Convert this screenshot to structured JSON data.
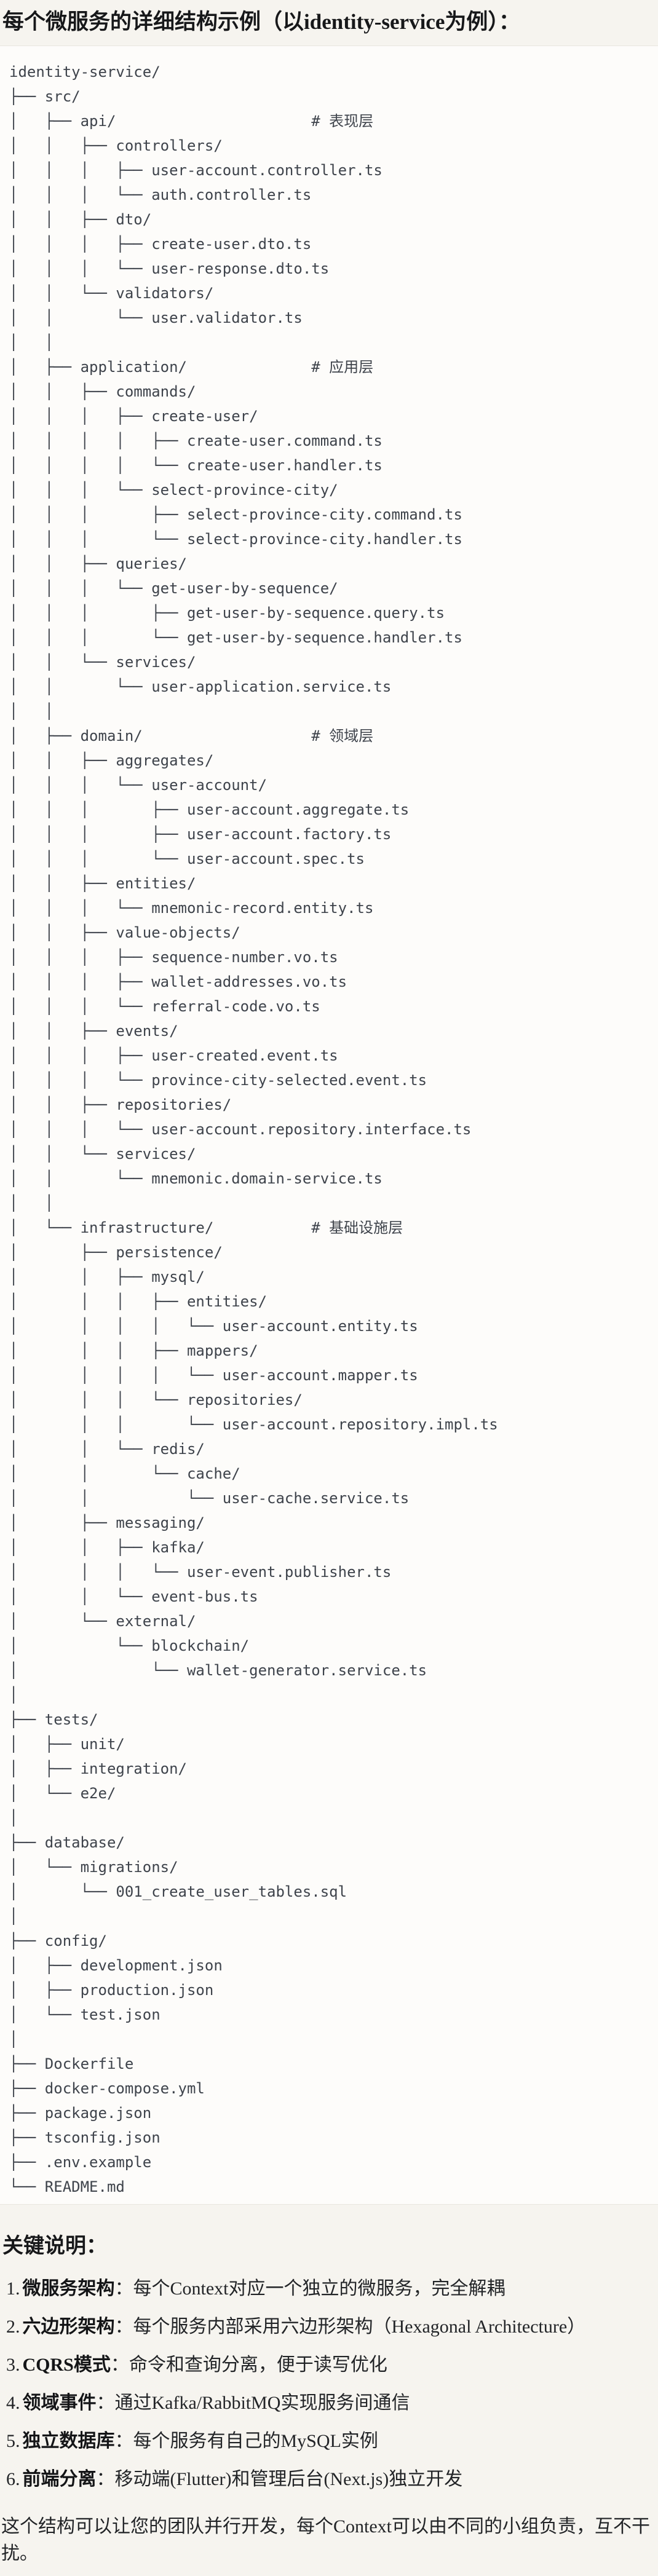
{
  "title": "每个微服务的详细结构示例（以identity-service为例）：",
  "code_block": {
    "lines": [
      "identity-service/",
      "├── src/",
      "│   ├── api/                      # 表现层",
      "│   │   ├── controllers/",
      "│   │   │   ├── user-account.controller.ts",
      "│   │   │   └── auth.controller.ts",
      "│   │   ├── dto/",
      "│   │   │   ├── create-user.dto.ts",
      "│   │   │   └── user-response.dto.ts",
      "│   │   └── validators/",
      "│   │       └── user.validator.ts",
      "│   │",
      "│   ├── application/              # 应用层",
      "│   │   ├── commands/",
      "│   │   │   ├── create-user/",
      "│   │   │   │   ├── create-user.command.ts",
      "│   │   │   │   └── create-user.handler.ts",
      "│   │   │   └── select-province-city/",
      "│   │   │       ├── select-province-city.command.ts",
      "│   │   │       └── select-province-city.handler.ts",
      "│   │   ├── queries/",
      "│   │   │   └── get-user-by-sequence/",
      "│   │   │       ├── get-user-by-sequence.query.ts",
      "│   │   │       └── get-user-by-sequence.handler.ts",
      "│   │   └── services/",
      "│   │       └── user-application.service.ts",
      "│   │",
      "│   ├── domain/                   # 领域层",
      "│   │   ├── aggregates/",
      "│   │   │   └── user-account/",
      "│   │   │       ├── user-account.aggregate.ts",
      "│   │   │       ├── user-account.factory.ts",
      "│   │   │       └── user-account.spec.ts",
      "│   │   ├── entities/",
      "│   │   │   └── mnemonic-record.entity.ts",
      "│   │   ├── value-objects/",
      "│   │   │   ├── sequence-number.vo.ts",
      "│   │   │   ├── wallet-addresses.vo.ts",
      "│   │   │   └── referral-code.vo.ts",
      "│   │   ├── events/",
      "│   │   │   ├── user-created.event.ts",
      "│   │   │   └── province-city-selected.event.ts",
      "│   │   ├── repositories/",
      "│   │   │   └── user-account.repository.interface.ts",
      "│   │   └── services/",
      "│   │       └── mnemonic.domain-service.ts",
      "│   │",
      "│   └── infrastructure/           # 基础设施层",
      "│       ├── persistence/",
      "│       │   ├── mysql/",
      "│       │   │   ├── entities/",
      "│       │   │   │   └── user-account.entity.ts",
      "│       │   │   ├── mappers/",
      "│       │   │   │   └── user-account.mapper.ts",
      "│       │   │   └── repositories/",
      "│       │   │       └── user-account.repository.impl.ts",
      "│       │   └── redis/",
      "│       │       └── cache/",
      "│       │           └── user-cache.service.ts",
      "│       ├── messaging/",
      "│       │   ├── kafka/",
      "│       │   │   └── user-event.publisher.ts",
      "│       │   └── event-bus.ts",
      "│       └── external/",
      "│           └── blockchain/",
      "│               └── wallet-generator.service.ts",
      "│",
      "├── tests/",
      "│   ├── unit/",
      "│   ├── integration/",
      "│   └── e2e/",
      "│",
      "├── database/",
      "│   └── migrations/",
      "│       └── 001_create_user_tables.sql",
      "│",
      "├── config/",
      "│   ├── development.json",
      "│   ├── production.json",
      "│   └── test.json",
      "│",
      "├── Dockerfile",
      "├── docker-compose.yml",
      "├── package.json",
      "├── tsconfig.json",
      "├── .env.example",
      "└── README.md"
    ]
  },
  "notes": {
    "heading": "关键说明：",
    "items": [
      {
        "num": "1.",
        "term": "微服务架构",
        "desc": "：每个Context对应一个独立的微服务，完全解耦"
      },
      {
        "num": "2.",
        "term": "六边形架构",
        "desc": "：每个服务内部采用六边形架构（Hexagonal Architecture）"
      },
      {
        "num": "3.",
        "term": "CQRS模式",
        "desc": "：命令和查询分离，便于读写优化"
      },
      {
        "num": "4.",
        "term": "领域事件",
        "desc": "：通过Kafka/RabbitMQ实现服务间通信"
      },
      {
        "num": "5.",
        "term": "独立数据库",
        "desc": "：每个服务有自己的MySQL实例"
      },
      {
        "num": "6.",
        "term": "前端分离",
        "desc": "：移动端(Flutter)和管理后台(Next.js)独立开发"
      }
    ]
  },
  "footer": "这个结构可以让您的团队并行开发，每个Context可以由不同的小组负责，互不干扰。"
}
